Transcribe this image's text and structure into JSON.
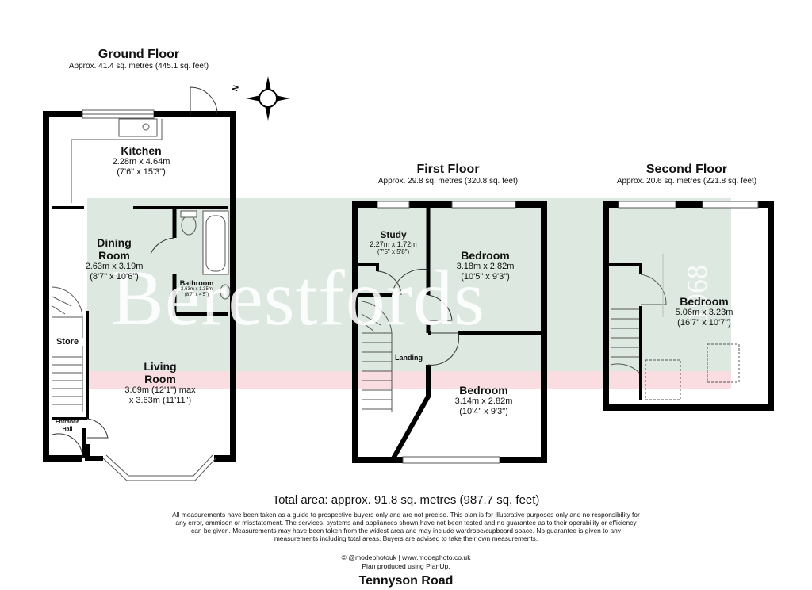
{
  "ground_floor": {
    "title": "Ground Floor",
    "area": "Approx. 41.4 sq. metres (445.1 sq. feet)",
    "rooms": {
      "kitchen": {
        "name": "Kitchen",
        "dim_m": "2.28m x 4.64m",
        "dim_ft": "(7'6\" x 15'3\")"
      },
      "dining": {
        "name_line1": "Dining",
        "name_line2": "Room",
        "dim_m": "2.63m x 3.19m",
        "dim_ft": "(8'7\" x 10'6\")"
      },
      "bathroom": {
        "name": "Bathroom",
        "dim_m": "2.63m x 1.35m",
        "dim_ft": "(8'7\" x 4'5\")"
      },
      "living": {
        "name_line1": "Living",
        "name_line2": "Room",
        "dim_line1": "3.69m (12'1\") max",
        "dim_line2": "x 3.63m (11'11\")"
      },
      "store": {
        "name": "Store"
      },
      "entrance": {
        "name_line1": "Entrance",
        "name_line2": "Hall"
      }
    },
    "compass_label": "N"
  },
  "first_floor": {
    "title": "First Floor",
    "area": "Approx. 29.8 sq. metres (320.8 sq. feet)",
    "rooms": {
      "study": {
        "name": "Study",
        "dim_m": "2.27m x 1.72m",
        "dim_ft": "(7'5\" x 5'8\")"
      },
      "bedroom1": {
        "name": "Bedroom",
        "dim_m": "3.18m x 2.82m",
        "dim_ft": "(10'5\" x 9'3\")"
      },
      "landing": {
        "name": "Landing"
      },
      "bedroom2": {
        "name": "Bedroom",
        "dim_m": "3.14m x 2.82m",
        "dim_ft": "(10'4\" x 9'3\")"
      }
    }
  },
  "second_floor": {
    "title": "Second Floor",
    "area": "Approx. 20.6 sq. metres (221.8 sq. feet)",
    "rooms": {
      "bedroom": {
        "name": "Bedroom",
        "dim_m": "5.06m x 3.23m",
        "dim_ft": "(16'7\" x 10'7\")"
      }
    }
  },
  "watermark": {
    "text": "Berestfords",
    "year": "1968"
  },
  "total_area": "Total area: approx. 91.8 sq. metres (987.7 sq. feet)",
  "disclaimer": [
    "All measurements have been taken as a guide to prospective buyers only and are not precise. This plan is for illustrative purposes only and no responsibility for",
    "any error, ommison or misstatement. The services, systems and appliances shown have not been tested and no guarantee as to their operability or efficiency",
    "can be given. Measurements may have been taken from the widest area and may include wardrobe/cupboard space. No guarantee is given to any",
    "measurements including total areas. Buyers are advised to take their own measurements."
  ],
  "credits": {
    "line1": "© @modephotouk | www.modephoto.co.uk",
    "line2": "Plan produced using PlanUp."
  },
  "address": "Tennyson Road",
  "colors": {
    "wall": "#000000",
    "watermark_band": "#dde8e0",
    "pink_band": "#f9dde0"
  }
}
